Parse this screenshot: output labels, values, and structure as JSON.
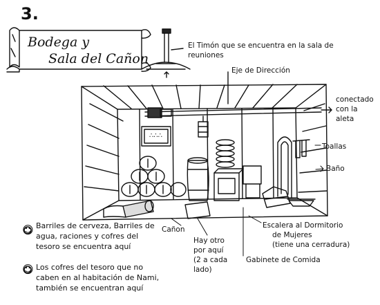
{
  "page_number": "3.",
  "banner": {
    "line1": "Bodega y",
    "line2": "Sala del Cañon"
  },
  "labels": {
    "timon": [
      "El Timón que se encuentra en la sala de",
      "reuniones"
    ],
    "eje": "Eje de Dirección",
    "conectado": [
      "conectado",
      "con la",
      "aleta"
    ],
    "toallas": "Toallas",
    "bano": "Baño",
    "canon": "Cañon",
    "hay_otro": [
      "Hay otro",
      "por aquí",
      "(2 a cada",
      "lado)"
    ],
    "escalera": [
      "Escalera al Dormitorio",
      "de Mujeres",
      "(tiene una cerradura)"
    ],
    "gabinete": "Gabinete de Comida"
  },
  "notes": [
    [
      "Barriles de cerveza, Barriles de",
      "agua, raciones y cofres del",
      "tesoro se encuentra aquí"
    ],
    [
      "Los cofres del tesoro que no",
      "caben en al habitación de Nami,",
      "también se encuentran aquí"
    ]
  ],
  "sign_text": "∴∴∴",
  "bullet_glyph": "☺"
}
